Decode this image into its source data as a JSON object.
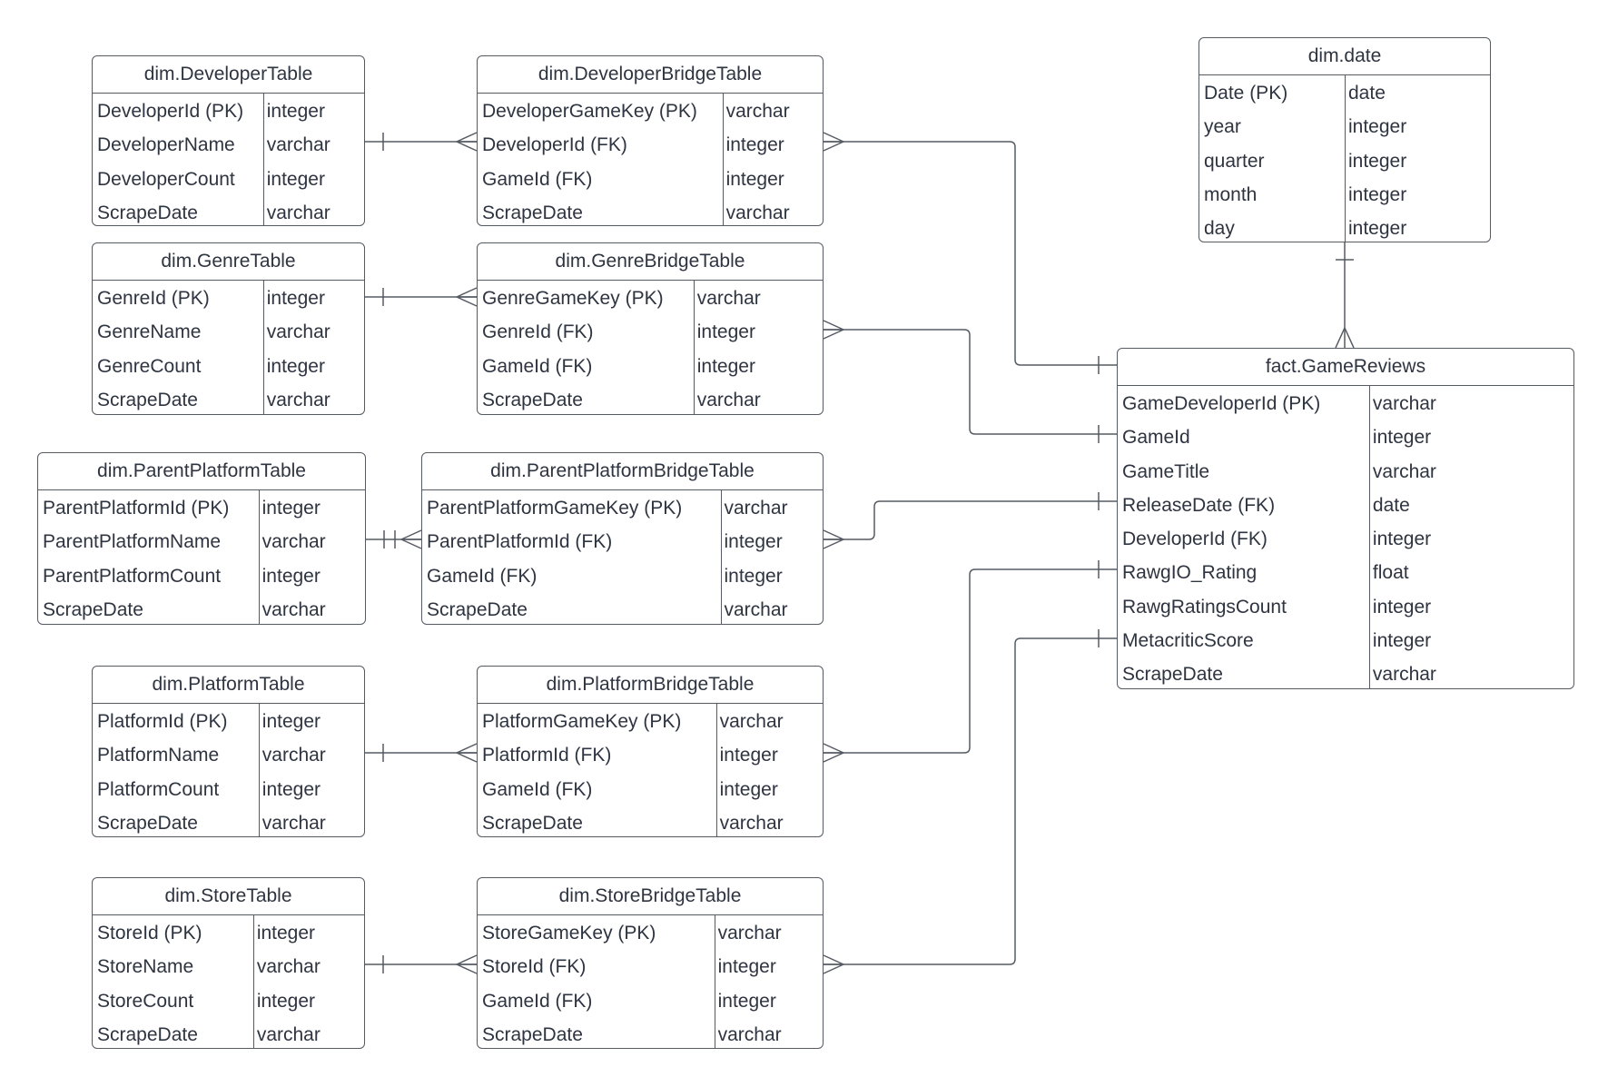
{
  "entities": [
    {
      "name": "dim.DeveloperTable",
      "rows": [
        {
          "field": "DeveloperId (PK)",
          "type": "integer"
        },
        {
          "field": "DeveloperName",
          "type": "varchar"
        },
        {
          "field": "DeveloperCount",
          "type": "integer"
        },
        {
          "field": "ScrapeDate",
          "type": "varchar"
        }
      ]
    },
    {
      "name": "dim.DeveloperBridgeTable",
      "rows": [
        {
          "field": "DeveloperGameKey (PK)",
          "type": "varchar"
        },
        {
          "field": "DeveloperId (FK)",
          "type": "integer"
        },
        {
          "field": "GameId (FK)",
          "type": "integer"
        },
        {
          "field": "ScrapeDate",
          "type": "varchar"
        }
      ]
    },
    {
      "name": "dim.date",
      "rows": [
        {
          "field": "Date (PK)",
          "type": "date"
        },
        {
          "field": "year",
          "type": "integer"
        },
        {
          "field": "quarter",
          "type": "integer"
        },
        {
          "field": "month",
          "type": "integer"
        },
        {
          "field": "day",
          "type": "integer"
        }
      ]
    },
    {
      "name": "dim.GenreTable",
      "rows": [
        {
          "field": "GenreId (PK)",
          "type": "integer"
        },
        {
          "field": "GenreName",
          "type": "varchar"
        },
        {
          "field": "GenreCount",
          "type": "integer"
        },
        {
          "field": "ScrapeDate",
          "type": "varchar"
        }
      ]
    },
    {
      "name": "dim.GenreBridgeTable",
      "rows": [
        {
          "field": "GenreGameKey (PK)",
          "type": "varchar"
        },
        {
          "field": "GenreId (FK)",
          "type": "integer"
        },
        {
          "field": "GameId (FK)",
          "type": "integer"
        },
        {
          "field": "ScrapeDate",
          "type": "varchar"
        }
      ]
    },
    {
      "name": "dim.ParentPlatformTable",
      "rows": [
        {
          "field": "ParentPlatformId (PK)",
          "type": "integer"
        },
        {
          "field": "ParentPlatformName",
          "type": "varchar"
        },
        {
          "field": "ParentPlatformCount",
          "type": "integer"
        },
        {
          "field": "ScrapeDate",
          "type": "varchar"
        }
      ]
    },
    {
      "name": "dim.ParentPlatformBridgeTable",
      "rows": [
        {
          "field": "ParentPlatformGameKey (PK)",
          "type": "varchar"
        },
        {
          "field": "ParentPlatformId (FK)",
          "type": "integer"
        },
        {
          "field": "GameId (FK)",
          "type": "integer"
        },
        {
          "field": "ScrapeDate",
          "type": "varchar"
        }
      ]
    },
    {
      "name": "fact.GameReviews",
      "rows": [
        {
          "field": "GameDeveloperId (PK)",
          "type": "varchar"
        },
        {
          "field": "GameId",
          "type": "integer"
        },
        {
          "field": "GameTitle",
          "type": "varchar"
        },
        {
          "field": "ReleaseDate (FK)",
          "type": "date"
        },
        {
          "field": "DeveloperId (FK)",
          "type": "integer"
        },
        {
          "field": "RawgIO_Rating",
          "type": "float"
        },
        {
          "field": "RawgRatingsCount",
          "type": "integer"
        },
        {
          "field": "MetacriticScore",
          "type": "integer"
        },
        {
          "field": "ScrapeDate",
          "type": "varchar"
        }
      ]
    },
    {
      "name": "dim.PlatformTable",
      "rows": [
        {
          "field": "PlatformId (PK)",
          "type": "integer"
        },
        {
          "field": "PlatformName",
          "type": "varchar"
        },
        {
          "field": "PlatformCount",
          "type": "integer"
        },
        {
          "field": "ScrapeDate",
          "type": "varchar"
        }
      ]
    },
    {
      "name": "dim.PlatformBridgeTable",
      "rows": [
        {
          "field": "PlatformGameKey (PK)",
          "type": "varchar"
        },
        {
          "field": "PlatformId (FK)",
          "type": "integer"
        },
        {
          "field": "GameId (FK)",
          "type": "integer"
        },
        {
          "field": "ScrapeDate",
          "type": "varchar"
        }
      ]
    },
    {
      "name": "dim.StoreTable",
      "rows": [
        {
          "field": "StoreId (PK)",
          "type": "integer"
        },
        {
          "field": "StoreName",
          "type": "varchar"
        },
        {
          "field": "StoreCount",
          "type": "integer"
        },
        {
          "field": "ScrapeDate",
          "type": "varchar"
        }
      ]
    },
    {
      "name": "dim.StoreBridgeTable",
      "rows": [
        {
          "field": "StoreGameKey (PK)",
          "type": "varchar"
        },
        {
          "field": "StoreId (FK)",
          "type": "integer"
        },
        {
          "field": "GameId (FK)",
          "type": "integer"
        },
        {
          "field": "ScrapeDate",
          "type": "varchar"
        }
      ]
    }
  ],
  "relationships": [
    {
      "from": "dim.DeveloperTable",
      "to": "dim.DeveloperBridgeTable",
      "from_card": "one",
      "to_card": "many"
    },
    {
      "from": "dim.GenreTable",
      "to": "dim.GenreBridgeTable",
      "from_card": "one",
      "to_card": "many"
    },
    {
      "from": "dim.ParentPlatformTable",
      "to": "dim.ParentPlatformBridgeTable",
      "from_card": "one-mandatory",
      "to_card": "many"
    },
    {
      "from": "dim.PlatformTable",
      "to": "dim.PlatformBridgeTable",
      "from_card": "one",
      "to_card": "many"
    },
    {
      "from": "dim.StoreTable",
      "to": "dim.StoreBridgeTable",
      "from_card": "one",
      "to_card": "many"
    },
    {
      "from": "dim.DeveloperBridgeTable",
      "to": "fact.GameReviews",
      "from_card": "many",
      "to_card": "one"
    },
    {
      "from": "dim.GenreBridgeTable",
      "to": "fact.GameReviews",
      "from_card": "many",
      "to_card": "one"
    },
    {
      "from": "dim.ParentPlatformBridgeTable",
      "to": "fact.GameReviews",
      "from_card": "many",
      "to_card": "one"
    },
    {
      "from": "dim.PlatformBridgeTable",
      "to": "fact.GameReviews",
      "from_card": "many",
      "to_card": "one"
    },
    {
      "from": "dim.StoreBridgeTable",
      "to": "fact.GameReviews",
      "from_card": "many",
      "to_card": "one"
    },
    {
      "from": "dim.date",
      "to": "fact.GameReviews",
      "from_card": "one",
      "to_card": "many"
    }
  ],
  "colors": {
    "line": "#555a63",
    "text": "#2e3440",
    "background": "#ffffff"
  }
}
